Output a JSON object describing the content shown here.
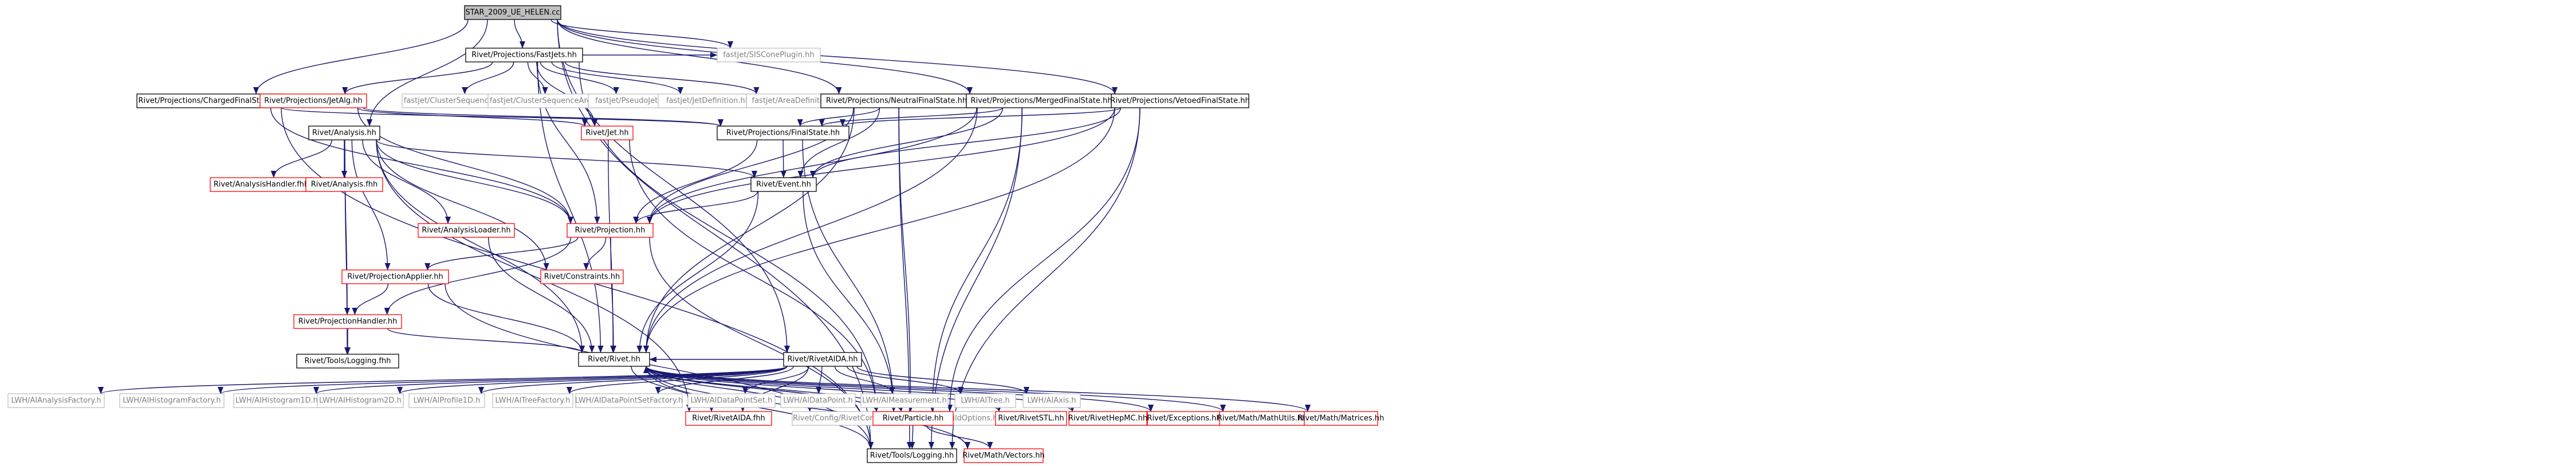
{
  "diagram": {
    "type": "include-dependency-graph",
    "colors": {
      "edge": "#191970",
      "root_fill": "#bfbfbf",
      "documented_border": "#000000",
      "undocumented_border": "#ff0000",
      "external_border": "#bfbfbf",
      "external_text": "#808080",
      "node_fill": "#ffffff"
    },
    "nodes": [
      {
        "id": "root",
        "label": "STAR_2009_UE_HELEN.cc",
        "kind": "root"
      },
      {
        "id": "fastjets",
        "label": "Rivet/Projections/FastJets.hh",
        "kind": "documented"
      },
      {
        "id": "siscone",
        "label": "fastjet/SISConePlugin.hh",
        "kind": "external"
      },
      {
        "id": "chargedfs",
        "label": "Rivet/Projections/ChargedFinalState.hh",
        "kind": "documented"
      },
      {
        "id": "jetalg",
        "label": "Rivet/Projections/JetAlg.hh",
        "kind": "undocumented"
      },
      {
        "id": "clusterseq",
        "label": "fastjet/ClusterSequence.hh",
        "kind": "external"
      },
      {
        "id": "clusterseqarea",
        "label": "fastjet/ClusterSequenceArea.hh",
        "kind": "external"
      },
      {
        "id": "pseudojet",
        "label": "fastjet/PseudoJet.hh",
        "kind": "external"
      },
      {
        "id": "jetdef",
        "label": "fastjet/JetDefinition.hh",
        "kind": "external"
      },
      {
        "id": "areadef",
        "label": "fastjet/AreaDefinition.hh",
        "kind": "external"
      },
      {
        "id": "neutralfs",
        "label": "Rivet/Projections/NeutralFinalState.hh",
        "kind": "documented"
      },
      {
        "id": "mergedfs",
        "label": "Rivet/Projections/MergedFinalState.hh",
        "kind": "documented"
      },
      {
        "id": "vetoedfs",
        "label": "Rivet/Projections/VetoedFinalState.hh",
        "kind": "documented"
      },
      {
        "id": "jet",
        "label": "Rivet/Jet.hh",
        "kind": "undocumented"
      },
      {
        "id": "finalstate",
        "label": "Rivet/Projections/FinalState.hh",
        "kind": "documented"
      },
      {
        "id": "analysis",
        "label": "Rivet/Analysis.hh",
        "kind": "documented"
      },
      {
        "id": "event",
        "label": "Rivet/Event.hh",
        "kind": "documented"
      },
      {
        "id": "analysishandlerfhh",
        "label": "Rivet/AnalysisHandler.fhh",
        "kind": "undocumented"
      },
      {
        "id": "analysisfhh",
        "label": "Rivet/Analysis.fhh",
        "kind": "undocumented"
      },
      {
        "id": "analysisloader",
        "label": "Rivet/AnalysisLoader.hh",
        "kind": "undocumented"
      },
      {
        "id": "projection",
        "label": "Rivet/Projection.hh",
        "kind": "undocumented"
      },
      {
        "id": "projapplier",
        "label": "Rivet/ProjectionApplier.hh",
        "kind": "undocumented"
      },
      {
        "id": "constraints",
        "label": "Rivet/Constraints.hh",
        "kind": "undocumented"
      },
      {
        "id": "projhandler",
        "label": "Rivet/ProjectionHandler.hh",
        "kind": "undocumented"
      },
      {
        "id": "loggingfhh",
        "label": "Rivet/Tools/Logging.fhh",
        "kind": "documented"
      },
      {
        "id": "rivetaida",
        "label": "Rivet/RivetAIDA.hh",
        "kind": "documented"
      },
      {
        "id": "aianalysisfactory",
        "label": "LWH/AIAnalysisFactory.h",
        "kind": "external"
      },
      {
        "id": "aihistogramfactory",
        "label": "LWH/AIHistogramFactory.h",
        "kind": "external"
      },
      {
        "id": "aihistogram1d",
        "label": "LWH/AIHistogram1D.h",
        "kind": "external"
      },
      {
        "id": "aihistogram2d",
        "label": "LWH/AIHistogram2D.h",
        "kind": "external"
      },
      {
        "id": "aiprofile1d",
        "label": "LWH/AIProfile1D.h",
        "kind": "external"
      },
      {
        "id": "aitreefactory",
        "label": "LWH/AITreeFactory.h",
        "kind": "external"
      },
      {
        "id": "aidpsfactory",
        "label": "LWH/AIDataPointSetFactory.h",
        "kind": "external"
      },
      {
        "id": "aidatapointset",
        "label": "LWH/AIDataPointSet.h",
        "kind": "external"
      },
      {
        "id": "aidatapoint",
        "label": "LWH/AIDataPoint.h",
        "kind": "external"
      },
      {
        "id": "aimeasurement",
        "label": "LWH/AIMeasurement.h",
        "kind": "external"
      },
      {
        "id": "aitree",
        "label": "LWH/AITree.h",
        "kind": "external"
      },
      {
        "id": "aiaxis",
        "label": "LWH/AIAxis.h",
        "kind": "external"
      },
      {
        "id": "rivet",
        "label": "Rivet/Rivet.hh",
        "kind": "documented"
      },
      {
        "id": "rivetaidafhh",
        "label": "Rivet/RivetAIDA.fhh",
        "kind": "undocumented"
      },
      {
        "id": "rivetconfig",
        "label": "Rivet/Config/RivetConfig.hh",
        "kind": "external"
      },
      {
        "id": "buildoptions",
        "label": "Rivet/Config/BuildOptions.hh",
        "kind": "external"
      },
      {
        "id": "rivetstl",
        "label": "Rivet/RivetSTL.hh",
        "kind": "undocumented"
      },
      {
        "id": "rivethepmc",
        "label": "Rivet/RivetHepMC.hh",
        "kind": "undocumented"
      },
      {
        "id": "exceptions",
        "label": "Rivet/Exceptions.hh",
        "kind": "undocumented"
      },
      {
        "id": "mathutils",
        "label": "Rivet/Math/MathUtils.hh",
        "kind": "undocumented"
      },
      {
        "id": "matrices",
        "label": "Rivet/Math/Matrices.hh",
        "kind": "undocumented"
      },
      {
        "id": "particle",
        "label": "Rivet/Particle.hh",
        "kind": "undocumented"
      },
      {
        "id": "logginghh",
        "label": "Rivet/Tools/Logging.hh",
        "kind": "documented"
      },
      {
        "id": "vectors",
        "label": "Rivet/Math/Vectors.hh",
        "kind": "undocumented"
      }
    ],
    "edges": [
      [
        "root",
        "fastjets"
      ],
      [
        "root",
        "siscone"
      ],
      [
        "root",
        "chargedfs"
      ],
      [
        "root",
        "neutralfs"
      ],
      [
        "root",
        "mergedfs"
      ],
      [
        "root",
        "vetoedfs"
      ],
      [
        "root",
        "analysis"
      ],
      [
        "root",
        "rivetaida"
      ],
      [
        "root",
        "logginghh"
      ],
      [
        "fastjets",
        "jetalg"
      ],
      [
        "fastjets",
        "clusterseq"
      ],
      [
        "fastjets",
        "clusterseqarea"
      ],
      [
        "fastjets",
        "pseudojet"
      ],
      [
        "fastjets",
        "jetdef"
      ],
      [
        "fastjets",
        "areadef"
      ],
      [
        "fastjets",
        "siscone"
      ],
      [
        "fastjets",
        "jet"
      ],
      [
        "fastjets",
        "projection"
      ],
      [
        "fastjets",
        "particle"
      ],
      [
        "fastjets",
        "rivet"
      ],
      [
        "chargedfs",
        "finalstate"
      ],
      [
        "chargedfs",
        "logginghh"
      ],
      [
        "chargedfs",
        "projection"
      ],
      [
        "jetalg",
        "jet"
      ],
      [
        "jetalg",
        "projection"
      ],
      [
        "jetalg",
        "finalstate"
      ],
      [
        "neutralfs",
        "finalstate"
      ],
      [
        "neutralfs",
        "event"
      ],
      [
        "neutralfs",
        "projection"
      ],
      [
        "neutralfs",
        "rivet"
      ],
      [
        "neutralfs",
        "particle"
      ],
      [
        "neutralfs",
        "logginghh"
      ],
      [
        "mergedfs",
        "finalstate"
      ],
      [
        "mergedfs",
        "event"
      ],
      [
        "mergedfs",
        "projection"
      ],
      [
        "mergedfs",
        "rivet"
      ],
      [
        "mergedfs",
        "particle"
      ],
      [
        "mergedfs",
        "logginghh"
      ],
      [
        "vetoedfs",
        "finalstate"
      ],
      [
        "vetoedfs",
        "event"
      ],
      [
        "vetoedfs",
        "projection"
      ],
      [
        "vetoedfs",
        "rivet"
      ],
      [
        "vetoedfs",
        "particle"
      ],
      [
        "vetoedfs",
        "logginghh"
      ],
      [
        "jet",
        "rivet"
      ],
      [
        "jet",
        "particle"
      ],
      [
        "finalstate",
        "event"
      ],
      [
        "finalstate",
        "projection"
      ],
      [
        "finalstate",
        "particle"
      ],
      [
        "analysis",
        "analysishandlerfhh"
      ],
      [
        "analysis",
        "analysisfhh"
      ],
      [
        "analysis",
        "analysisloader"
      ],
      [
        "analysis",
        "event"
      ],
      [
        "analysis",
        "projection"
      ],
      [
        "analysis",
        "projapplier"
      ],
      [
        "analysis",
        "projhandler"
      ],
      [
        "analysis",
        "constraints"
      ],
      [
        "analysis",
        "loggingfhh"
      ],
      [
        "analysis",
        "rivetaidafhh"
      ],
      [
        "analysis",
        "rivet"
      ],
      [
        "event",
        "projection"
      ],
      [
        "event",
        "rivet"
      ],
      [
        "event",
        "particle"
      ],
      [
        "analysisloader",
        "rivet"
      ],
      [
        "projection",
        "projapplier"
      ],
      [
        "projection",
        "projhandler"
      ],
      [
        "projection",
        "constraints"
      ],
      [
        "projection",
        "rivet"
      ],
      [
        "projection",
        "logginghh"
      ],
      [
        "projapplier",
        "projhandler"
      ],
      [
        "projapplier",
        "rivet"
      ],
      [
        "projapplier",
        "logginghh"
      ],
      [
        "projhandler",
        "loggingfhh"
      ],
      [
        "projhandler",
        "rivet"
      ],
      [
        "rivetaida",
        "aianalysisfactory"
      ],
      [
        "rivetaida",
        "aihistogramfactory"
      ],
      [
        "rivetaida",
        "aihistogram1d"
      ],
      [
        "rivetaida",
        "aihistogram2d"
      ],
      [
        "rivetaida",
        "aiprofile1d"
      ],
      [
        "rivetaida",
        "aitreefactory"
      ],
      [
        "rivetaida",
        "aidpsfactory"
      ],
      [
        "rivetaida",
        "aidatapointset"
      ],
      [
        "rivetaida",
        "aidatapoint"
      ],
      [
        "rivetaida",
        "aimeasurement"
      ],
      [
        "rivetaida",
        "aitree"
      ],
      [
        "rivetaida",
        "aiaxis"
      ],
      [
        "rivetaida",
        "rivet"
      ],
      [
        "rivetaida",
        "rivetaidafhh"
      ],
      [
        "rivet",
        "rivetconfig"
      ],
      [
        "rivet",
        "buildoptions"
      ],
      [
        "rivet",
        "rivetstl"
      ],
      [
        "rivet",
        "rivethepmc"
      ],
      [
        "rivet",
        "exceptions"
      ],
      [
        "rivet",
        "mathutils"
      ],
      [
        "rivet",
        "matrices"
      ],
      [
        "rivet",
        "vectors"
      ],
      [
        "rivet",
        "rivetaidafhh"
      ],
      [
        "rivet",
        "particle"
      ],
      [
        "rivet",
        "logginghh"
      ],
      [
        "particle",
        "rivet"
      ],
      [
        "particle",
        "vectors"
      ],
      [
        "particle",
        "logginghh"
      ]
    ]
  }
}
